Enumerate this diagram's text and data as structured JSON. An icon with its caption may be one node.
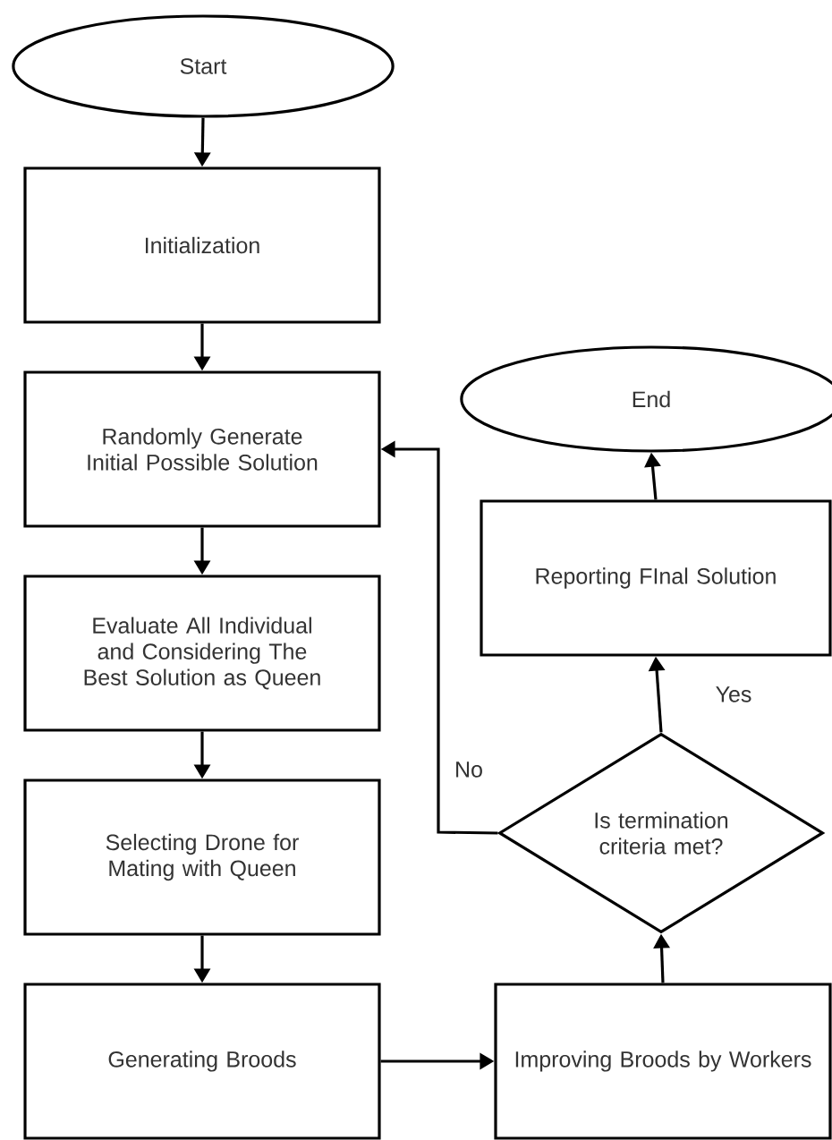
{
  "diagram": {
    "nodes": [
      {
        "text": [
          "Start"
        ]
      },
      {
        "text": [
          "Initialization"
        ]
      },
      {
        "text": [
          "Randomly Generate Initial Possible Solution"
        ]
      },
      {
        "text": [
          "Evaluate All Individual and Considering The Best Solution as Queen"
        ]
      },
      {
        "text": [
          "Selecting Drone for Mating with Queen"
        ]
      },
      {
        "text": [
          "Generating Broods"
        ]
      },
      {
        "text": [
          "Improving Broods by Workers"
        ]
      },
      {
        "text": [
          "Is termination criteria met?"
        ]
      },
      {
        "text": [
          "Reporting FInal Solution"
        ]
      },
      {
        "text": [
          "End"
        ]
      }
    ],
    "edges": [
      {
        "from": 0,
        "to": 1,
        "arrow": "to"
      },
      {
        "from": 1,
        "to": 2,
        "arrow": "to"
      },
      {
        "from": 2,
        "to": 3,
        "arrow": "to"
      },
      {
        "from": 3,
        "to": 4,
        "arrow": "to"
      },
      {
        "from": 4,
        "to": 5,
        "arrow": "to"
      },
      {
        "from": 5,
        "to": 6,
        "arrow": "to"
      },
      {
        "from": 6,
        "to": 7,
        "arrow": "to"
      },
      {
        "from": 7,
        "to": 8,
        "arrow": "to",
        "label": "Yes"
      },
      {
        "from": 8,
        "to": 9,
        "arrow": "to"
      },
      {
        "from": 7,
        "to": 2,
        "arrow": "to",
        "label": "No"
      }
    ]
  }
}
